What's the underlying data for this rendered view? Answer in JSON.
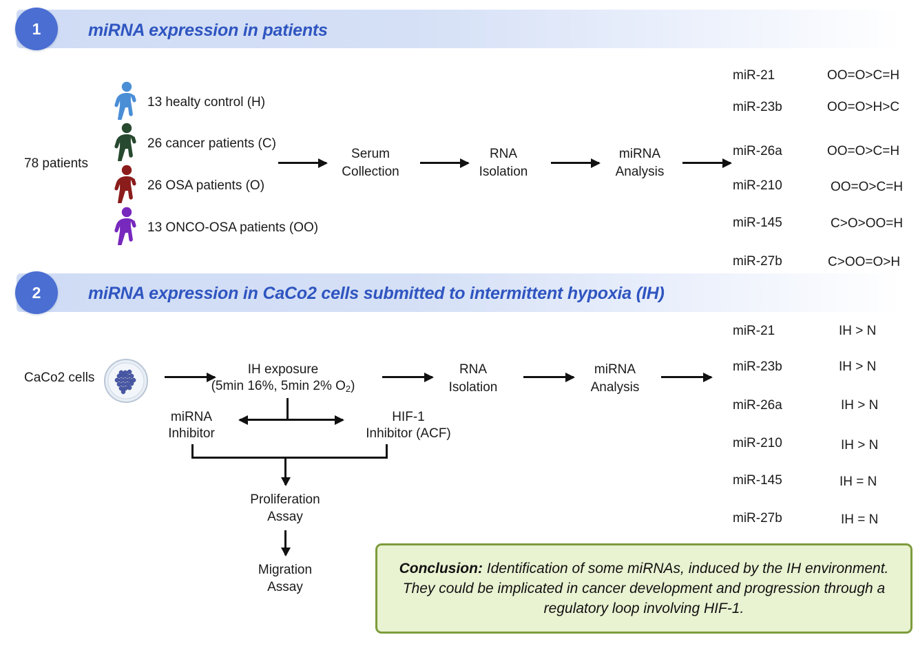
{
  "sections": [
    {
      "number": "1",
      "title": "miRNA expression in patients",
      "cohort_total": "78 patients",
      "groups": [
        {
          "label": "13 healty control (H)",
          "color": "#4a8ed6",
          "icon": "person-icon"
        },
        {
          "label": "26 cancer patients (C)",
          "color": "#27492f",
          "icon": "person-icon"
        },
        {
          "label": "26 OSA patients (O)",
          "color": "#8b1c1c",
          "icon": "person-icon"
        },
        {
          "label": "13 ONCO-OSA patients (OO)",
          "color": "#7728bd",
          "icon": "person-icon"
        }
      ],
      "steps": [
        {
          "line1": "Serum",
          "line2": "Collection"
        },
        {
          "line1": "RNA",
          "line2": "Isolation"
        },
        {
          "line1": "miRNA",
          "line2": "Analysis"
        }
      ],
      "results": [
        {
          "mirna": "miR-21",
          "result": "OO=O>C=H"
        },
        {
          "mirna": "miR-23b",
          "result": "OO=O>H>C"
        },
        {
          "mirna": "miR-26a",
          "result": "OO=O>C=H"
        },
        {
          "mirna": "miR-210",
          "result": "OO=O>C=H"
        },
        {
          "mirna": "miR-145",
          "result": "C>O>OO=H"
        },
        {
          "mirna": "miR-27b",
          "result": "C>OO=O>H"
        }
      ]
    },
    {
      "number": "2",
      "title": "miRNA expression in CaCo2 cells submitted to intermittent hypoxia (IH)",
      "cells_label": "CaCo2 cells",
      "exposure": {
        "line1": "IH exposure",
        "line2_a": "(5min 16%, 5min 2% O",
        "line2_sub": "2",
        "line2_b": ")"
      },
      "inhibitors": [
        {
          "line1": "miRNA",
          "line2": "Inhibitor"
        },
        {
          "line1": "HIF-1",
          "line2": "Inhibitor (ACF)"
        }
      ],
      "assays": [
        {
          "line1": "Proliferation",
          "line2": "Assay"
        },
        {
          "line1": "Migration",
          "line2": "Assay"
        }
      ],
      "steps": [
        {
          "line1": "RNA",
          "line2": "Isolation"
        },
        {
          "line1": "miRNA",
          "line2": "Analysis"
        }
      ],
      "results": [
        {
          "mirna": "miR-21",
          "result": "IH > N"
        },
        {
          "mirna": "miR-23b",
          "result": "IH > N"
        },
        {
          "mirna": "miR-26a",
          "result": "IH > N"
        },
        {
          "mirna": "miR-210",
          "result": "IH > N"
        },
        {
          "mirna": "miR-145",
          "result": "IH  = N"
        },
        {
          "mirna": "miR-27b",
          "result": "IH = N"
        }
      ]
    }
  ],
  "conclusion": {
    "label": "Conclusion:",
    "text": " Identification of some miRNAs, induced by the IH environment. They could be implicated in cancer development and progression through a regulatory loop involving HIF-1."
  },
  "colors": {
    "banner_start": "#cfdcf5",
    "badge": "#4a6ed2",
    "title": "#2f55c0",
    "conclusion_bg": "#e9f2d1",
    "conclusion_border": "#7d9c3c"
  }
}
